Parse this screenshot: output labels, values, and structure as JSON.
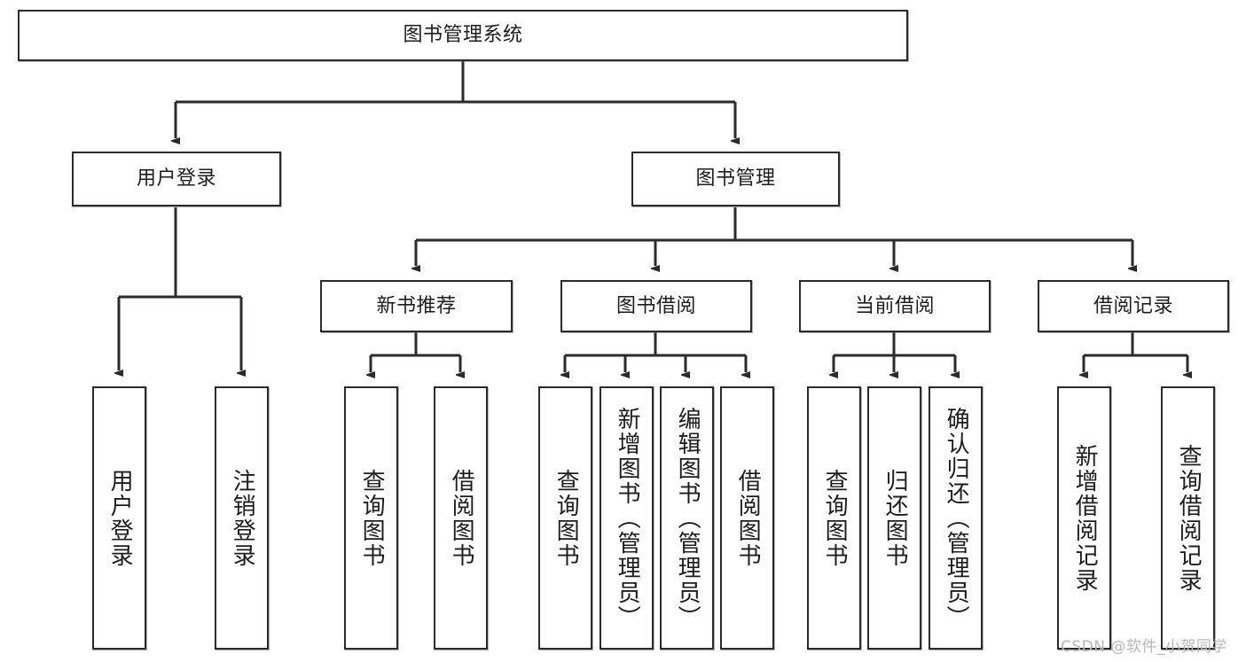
{
  "diagram": {
    "type": "tree",
    "title": "图书管理系统",
    "orientation": "top-down",
    "colors": {
      "box_border": "#2b2b2b",
      "box_fill": "#ffffff",
      "connector": "#2b2b2b",
      "watermark": "#b9b9b9"
    },
    "nodes": {
      "root": {
        "label": "图书管理系统"
      },
      "level2": [
        {
          "id": "user-login",
          "label": "用户登录"
        },
        {
          "id": "book-manage",
          "label": "图书管理"
        }
      ],
      "level3": [
        {
          "id": "new-book-recommend",
          "label": "新书推荐"
        },
        {
          "id": "book-borrow",
          "label": "图书借阅"
        },
        {
          "id": "current-borrow",
          "label": "当前借阅"
        },
        {
          "id": "borrow-record",
          "label": "借阅记录"
        }
      ],
      "leaves": {
        "user_login": [
          {
            "id": "leaf-user-login",
            "label": "用户登录"
          },
          {
            "id": "leaf-logout-login",
            "label": "注销登录"
          }
        ],
        "new_book_recommend": [
          {
            "id": "leaf-query-book-1",
            "label": "查询图书"
          },
          {
            "id": "leaf-borrow-book-1",
            "label": "借阅图书"
          }
        ],
        "book_borrow": [
          {
            "id": "leaf-query-book-2",
            "label": "查询图书"
          },
          {
            "id": "leaf-add-book",
            "label": "新增图书（管理员）"
          },
          {
            "id": "leaf-edit-book",
            "label": "编辑图书（管理员）"
          },
          {
            "id": "leaf-borrow-book-2",
            "label": "借阅图书"
          }
        ],
        "current_borrow": [
          {
            "id": "leaf-query-book-3",
            "label": "查询图书"
          },
          {
            "id": "leaf-return-book",
            "label": "归还图书"
          },
          {
            "id": "leaf-confirm-return",
            "label": "确认归还（管理员）"
          }
        ],
        "borrow_record": [
          {
            "id": "leaf-add-record",
            "label": "新增借阅记录"
          },
          {
            "id": "leaf-query-record",
            "label": "查询借阅记录"
          }
        ]
      }
    }
  },
  "watermark": {
    "text": "CSDN @软件_小贺同学"
  }
}
